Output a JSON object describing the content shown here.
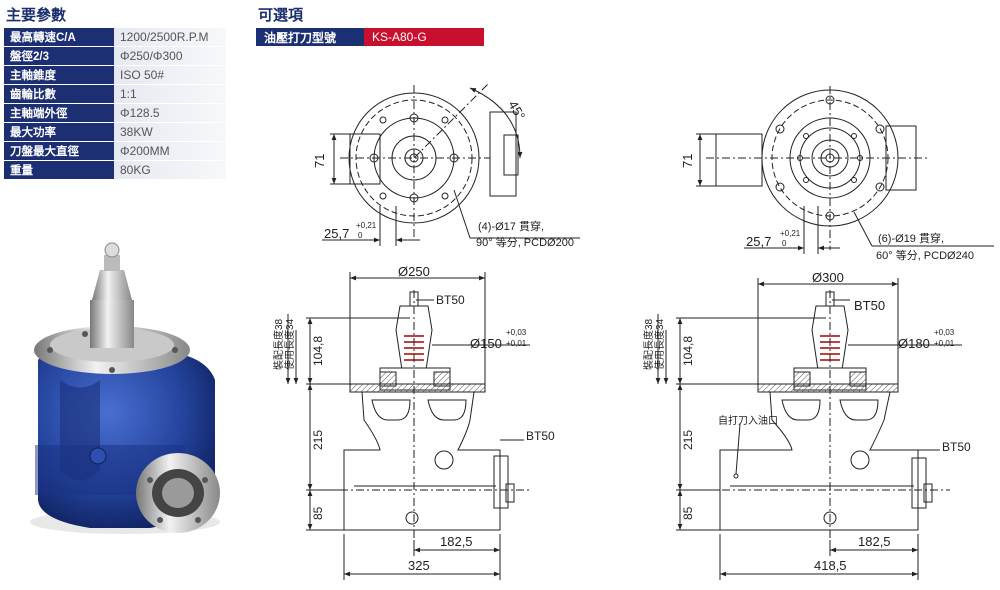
{
  "specs": {
    "heading": "主要參數",
    "rows": [
      {
        "label": "最高轉速C/A",
        "value": "1200/2500R.P.M"
      },
      {
        "label": "盤徑2/3",
        "value": "Φ250/Φ300"
      },
      {
        "label": "主軸錐度",
        "value": "ISO 50#"
      },
      {
        "label": "齒輪比數",
        "value": "1:1"
      },
      {
        "label": "主軸端外徑",
        "value": "Φ128.5"
      },
      {
        "label": "最大功率",
        "value": "38KW"
      },
      {
        "label": "刀盤最大直徑",
        "value": "Φ200MM"
      },
      {
        "label": "重量",
        "value": "80KG"
      }
    ]
  },
  "options": {
    "heading": "可選項",
    "label": "油壓打刀型號",
    "value": "KS-A80-G"
  },
  "drawing_left": {
    "dim_71": "71",
    "dim_25_7": "25,7",
    "tol_25_7_up": "+0,21",
    "tol_25_7_low": "0",
    "angle_45": "45°",
    "hole_note_1": "(4)-Ø17 貫穿,",
    "hole_note_2": "90° 等分, PCDØ200",
    "dia_top": "Ø250",
    "bt_top": "BT50",
    "dia_pilot": "Ø150",
    "tol_pilot_up": "+0,03",
    "tol_pilot_low": "+0,01",
    "len_assembly": "裝配長度38",
    "len_use": "使用長度34",
    "dim_104_8": "104,8",
    "dim_215": "215",
    "dim_85": "85",
    "bt_side": "BT50",
    "dim_182_5": "182,5",
    "dim_total": "325"
  },
  "drawing_right": {
    "dim_71": "71",
    "dim_25_7": "25,7",
    "tol_25_7_up": "+0,21",
    "tol_25_7_low": "0",
    "hole_note_1": "(6)-Ø19 貫穿,",
    "hole_note_2": "60° 等分, PCDØ240",
    "dia_top": "Ø300",
    "bt_top": "BT50",
    "dia_pilot": "Ø180",
    "tol_pilot_up": "+0,03",
    "tol_pilot_low": "+0,01",
    "len_assembly": "裝配長度38",
    "len_use": "使用長度34",
    "dim_104_8": "104,8",
    "dim_215": "215",
    "dim_85": "85",
    "oil_note": "自打刀入油口",
    "bt_side": "BT50",
    "dim_182_5": "182,5",
    "dim_total": "418,5"
  }
}
